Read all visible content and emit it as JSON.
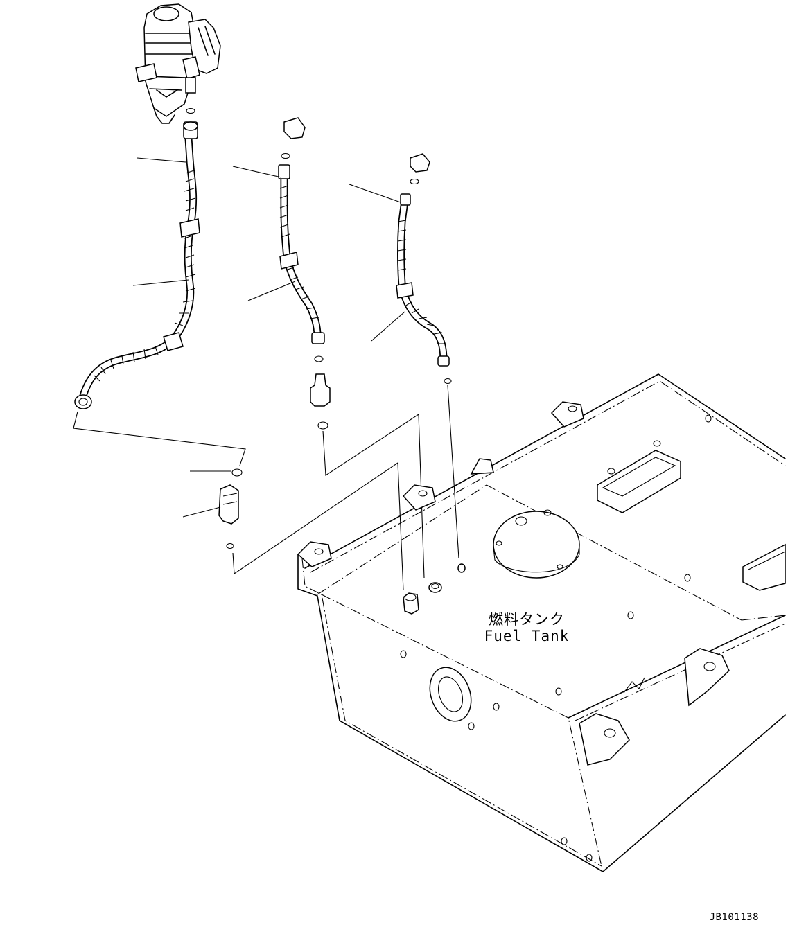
{
  "tank_label": {
    "japanese": "燃料タンク",
    "english": "Fuel Tank"
  },
  "document_id": "JB101138"
}
